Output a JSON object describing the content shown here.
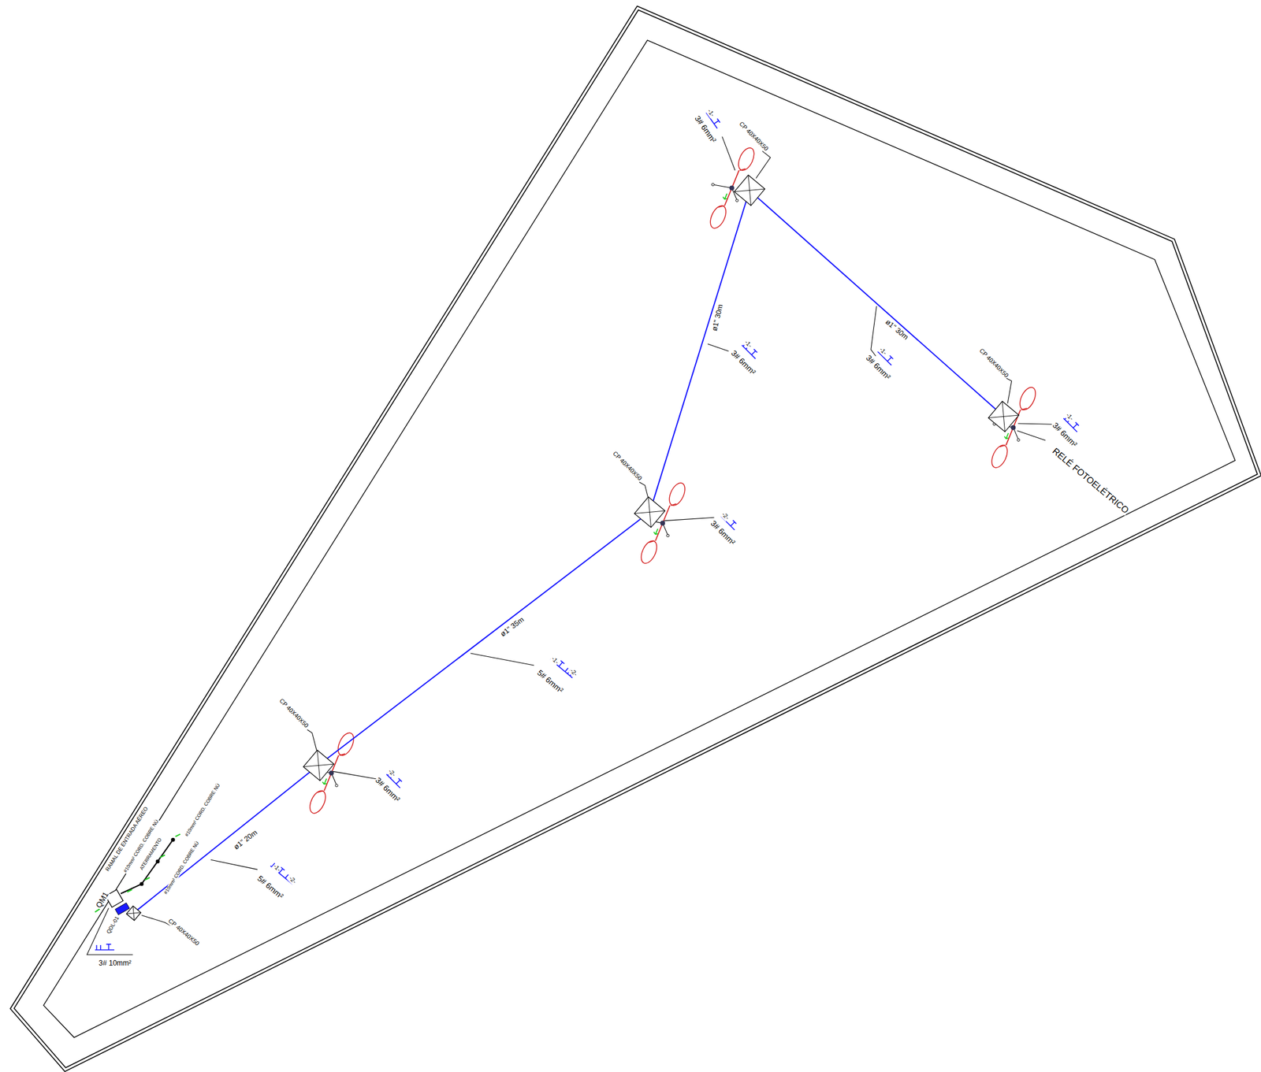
{
  "diagram": {
    "nodes": [
      {
        "text": [
          "CP 40X40X50"
        ]
      },
      {
        "text": [
          "CP 40X40X50"
        ]
      },
      {
        "text": [
          "CP 40X40X50"
        ]
      },
      {
        "text": [
          "CP 40X40X50"
        ]
      },
      {
        "text": [
          "CP 40X40X50"
        ]
      }
    ],
    "edges": [
      {
        "from": 4,
        "to": 3,
        "label": "ø1\" 20m",
        "arrow": "none"
      },
      {
        "from": 3,
        "to": 2,
        "label": "ø1\" 35m",
        "arrow": "none"
      },
      {
        "from": 2,
        "to": 0,
        "label": "ø1\" 30m",
        "arrow": "none"
      },
      {
        "from": 0,
        "to": 1,
        "label": "ø1\" 30m",
        "arrow": "none"
      }
    ],
    "labels": [
      "-1-",
      "3# 6mm²",
      "-1-",
      "3# 6mm²",
      "-1-",
      "3# 6mm²",
      "-1-",
      "3# 6mm²",
      "RELÉ FOTOELÉTRICO",
      "-2-",
      "3# 6mm²",
      "-1-",
      "-2-",
      "5# 6mm²",
      "-2-",
      "3# 6mm²",
      "-1-",
      "-2-",
      "5# 6mm²",
      "QM1",
      "QDL-01",
      "3# 10mm²",
      "RAMAL DE ENTRADA AÉREO",
      "#10mm² CORD. COBRE NÚ",
      "ATERRAMENTO",
      "#10mm² CORD. COBRE NÚ",
      "#10mm² CORD. COBRE NÚ"
    ]
  }
}
